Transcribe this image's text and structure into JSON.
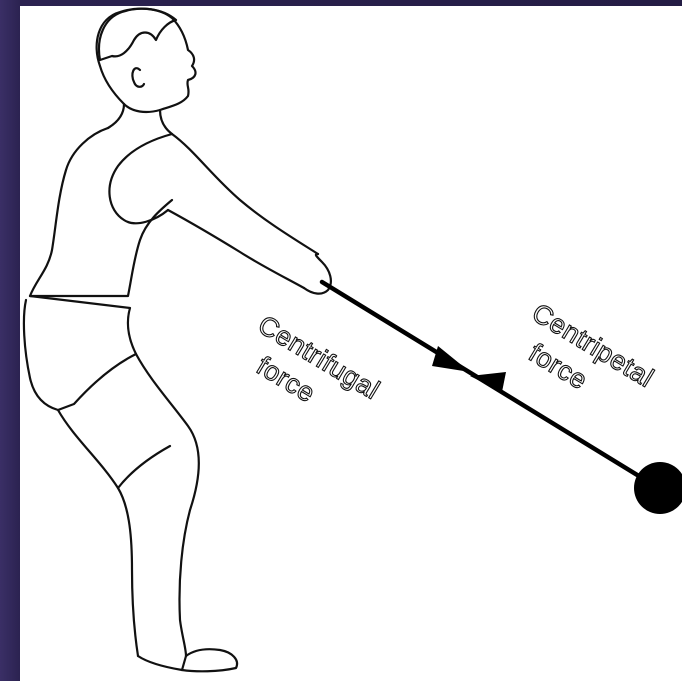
{
  "diagram": {
    "labels": {
      "centrifugal_line1": "Centrifugal",
      "centrifugal_line2": "force",
      "centripetal_line1": "Centripetal",
      "centripetal_line2": "force"
    },
    "colors": {
      "background_frame": "#2a1f4a",
      "panel": "#ffffff",
      "ink": "#111111"
    }
  }
}
